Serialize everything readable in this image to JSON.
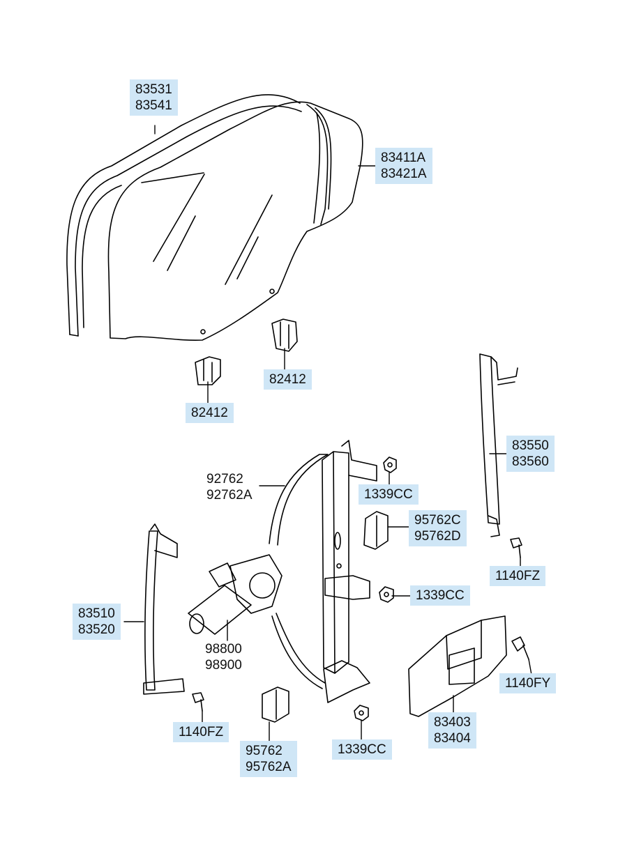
{
  "colors": {
    "label_bg": "#cfe6f6",
    "line": "#000000",
    "background": "#ffffff"
  },
  "callouts": {
    "c83531": {
      "lines": [
        "83531",
        "83541"
      ],
      "parts": [
        "door-run-channel-weatherstrip"
      ]
    },
    "c83411": {
      "lines": [
        "83411A",
        "83421A"
      ],
      "parts": [
        "door-window-glass"
      ]
    },
    "c82412_left": {
      "lines": [
        "82412"
      ],
      "parts": [
        "glass-holder-clip"
      ]
    },
    "c82412_right": {
      "lines": [
        "82412"
      ],
      "parts": [
        "glass-holder-clip"
      ]
    },
    "c83550": {
      "lines": [
        "83550",
        "83560"
      ],
      "parts": [
        "rear-channel-rail"
      ]
    },
    "c92762": {
      "lines": [
        "92762",
        "92762A"
      ],
      "parts": [
        "regulator-cable"
      ]
    },
    "c1339_top": {
      "lines": [
        "1339CC"
      ],
      "parts": [
        "nut"
      ]
    },
    "c95762C": {
      "lines": [
        "95762C",
        "95762D"
      ],
      "parts": [
        "connector-bracket"
      ]
    },
    "c1339_mid": {
      "lines": [
        "1339CC"
      ],
      "parts": [
        "nut"
      ]
    },
    "c1140FZ_right": {
      "lines": [
        "1140FZ"
      ],
      "parts": [
        "bolt"
      ]
    },
    "c83510": {
      "lines": [
        "83510",
        "83520"
      ],
      "parts": [
        "front-channel-rail"
      ]
    },
    "c98800": {
      "lines": [
        "98800",
        "98900"
      ],
      "parts": [
        "window-regulator-motor"
      ]
    },
    "c83403": {
      "lines": [
        "83403",
        "83404"
      ],
      "parts": [
        "regulator-mounting-plate"
      ]
    },
    "c1140FY": {
      "lines": [
        "1140FY"
      ],
      "parts": [
        "bolt"
      ]
    },
    "c1140FZ_left": {
      "lines": [
        "1140FZ"
      ],
      "parts": [
        "bolt"
      ]
    },
    "c95762": {
      "lines": [
        "95762",
        "95762A"
      ],
      "parts": [
        "connector-bracket"
      ]
    },
    "c1339_bot": {
      "lines": [
        "1339CC"
      ],
      "parts": [
        "nut"
      ]
    }
  }
}
